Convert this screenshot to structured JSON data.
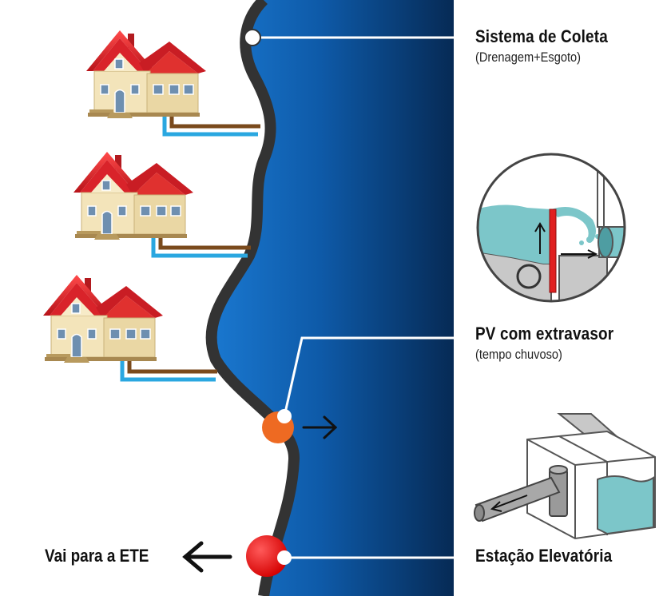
{
  "labels": {
    "coleta": {
      "title": "Sistema de Coleta",
      "sub": "(Drenagem+Esgoto)"
    },
    "pv": {
      "title": "PV com extravasor",
      "sub": "(tempo chuvoso)"
    },
    "elevatoria": {
      "title": "Estação Elevatória"
    },
    "ete": "Vai para a ETE"
  },
  "colors": {
    "water_dark": "#062a55",
    "water_mid": "#0e5aa8",
    "water_light": "#1a78d0",
    "channel_wall": "#333333",
    "pipe_blue": "#2aa7e0",
    "pipe_brown": "#7a4a1c",
    "roof_red": "#d9232a",
    "house_wall": "#f2e3b8",
    "pv_marker": "#ee6a22",
    "elevatoria_marker": "#ee1111",
    "tank_water": "#7cc6c9",
    "wall_gray": "#c8c8c8"
  },
  "icons": [
    "house-icon",
    "pv-overflow-detail-icon",
    "pump-station-icon",
    "arrow-right-icon",
    "arrow-left-icon"
  ]
}
